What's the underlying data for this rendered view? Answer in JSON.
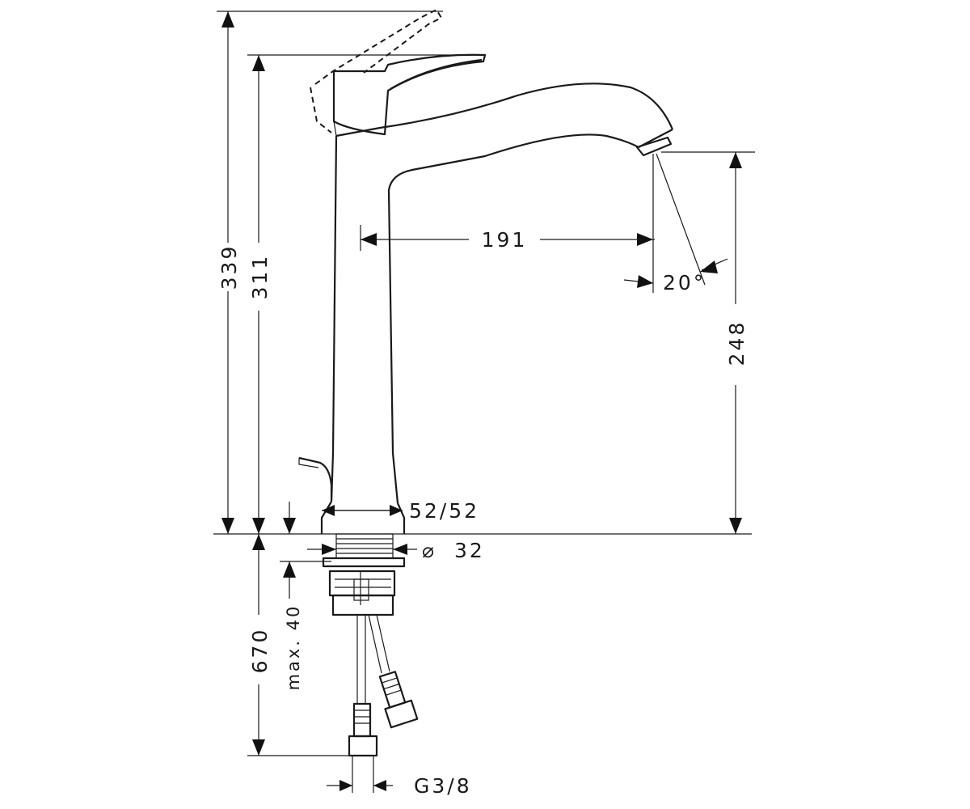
{
  "labels": {
    "height_total": "339",
    "height_handle": "311",
    "projection": "191",
    "spout_angle": "20°",
    "clearance_height": "248",
    "base_size": "52/52",
    "hole_diameter_symbol": "⌀",
    "hole_diameter": "32",
    "hose_length": "670",
    "max_thickness": "max. 40",
    "connection_thread": "G3/8"
  }
}
